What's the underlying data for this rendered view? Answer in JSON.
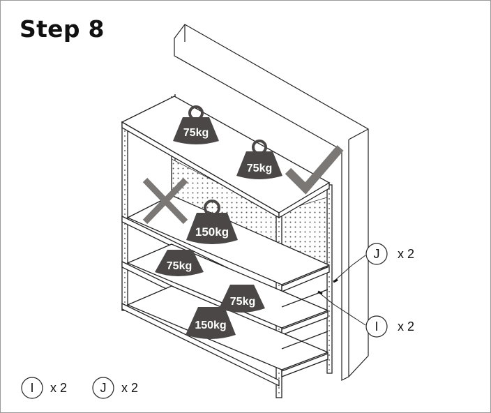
{
  "step": {
    "title": "Step 8"
  },
  "weights": {
    "top_left": "75kg",
    "top_right": "75kg",
    "middle": "150kg",
    "lower_left": "75kg",
    "lower_right": "75kg",
    "bottom": "150kg"
  },
  "callouts": {
    "right_j": {
      "letter": "J",
      "qty": "x 2"
    },
    "right_i": {
      "letter": "I",
      "qty": "x 2"
    },
    "legend_i": {
      "letter": "I",
      "qty": "x 2"
    },
    "legend_j": {
      "letter": "J",
      "qty": "x 2"
    }
  },
  "icons": {
    "correct": "checkmark-icon",
    "incorrect": "cross-icon"
  },
  "colors": {
    "weight_fill": "#4a4746",
    "line": "#222222",
    "wall": "#ffffff",
    "mark": "#7a7775"
  }
}
